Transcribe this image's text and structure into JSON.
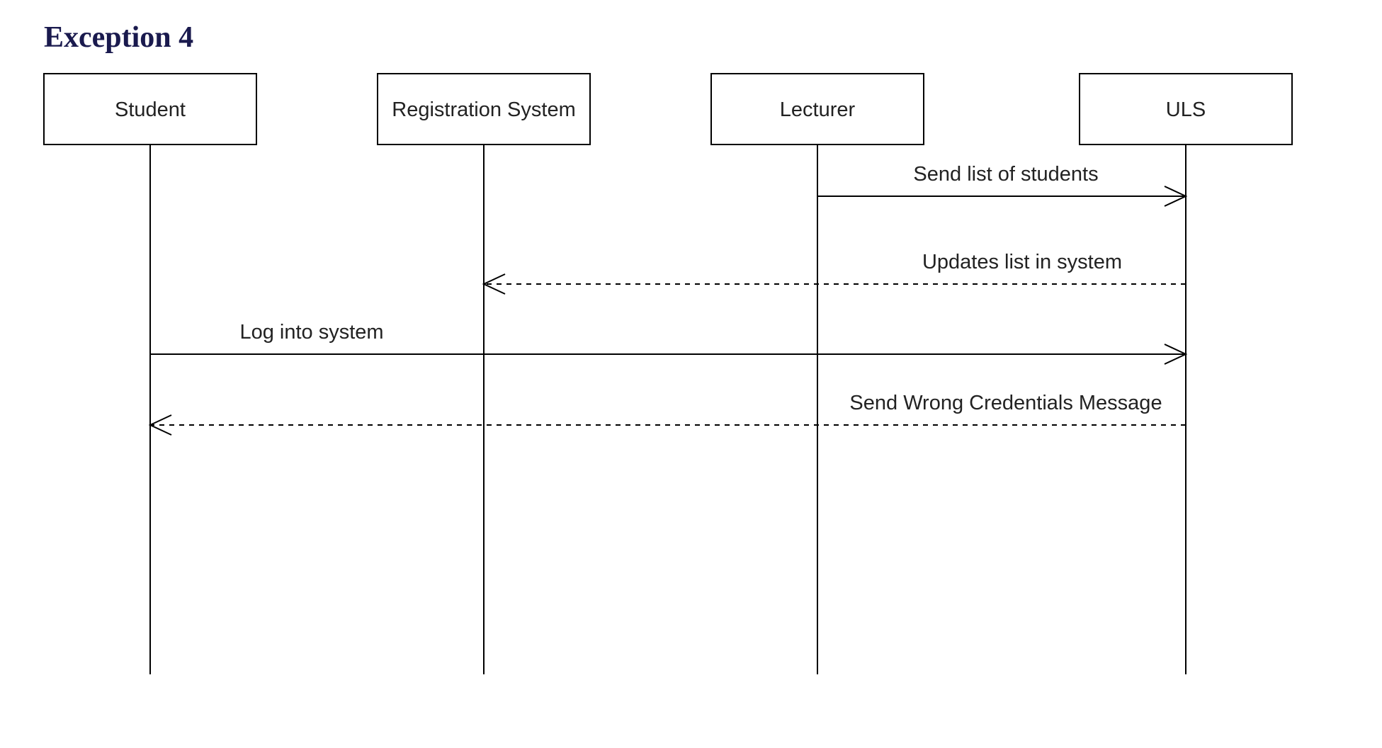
{
  "page": {
    "heading": "Exception 4"
  },
  "diagram": {
    "type": "sequence",
    "actors": [
      {
        "id": "student",
        "label": "Student"
      },
      {
        "id": "registration",
        "label": "Registration System"
      },
      {
        "id": "lecturer",
        "label": "Lecturer"
      },
      {
        "id": "uls",
        "label": "ULS"
      }
    ],
    "messages": [
      {
        "from": "lecturer",
        "to": "uls",
        "label": "Send list of students",
        "style": "solid"
      },
      {
        "from": "uls",
        "to": "registration",
        "label": "Updates list in system",
        "style": "dashed"
      },
      {
        "from": "student",
        "to": "uls",
        "label": "Log into system",
        "style": "solid"
      },
      {
        "from": "uls",
        "to": "student",
        "label": "Send Wrong Credentials Message",
        "style": "dashed"
      }
    ]
  }
}
